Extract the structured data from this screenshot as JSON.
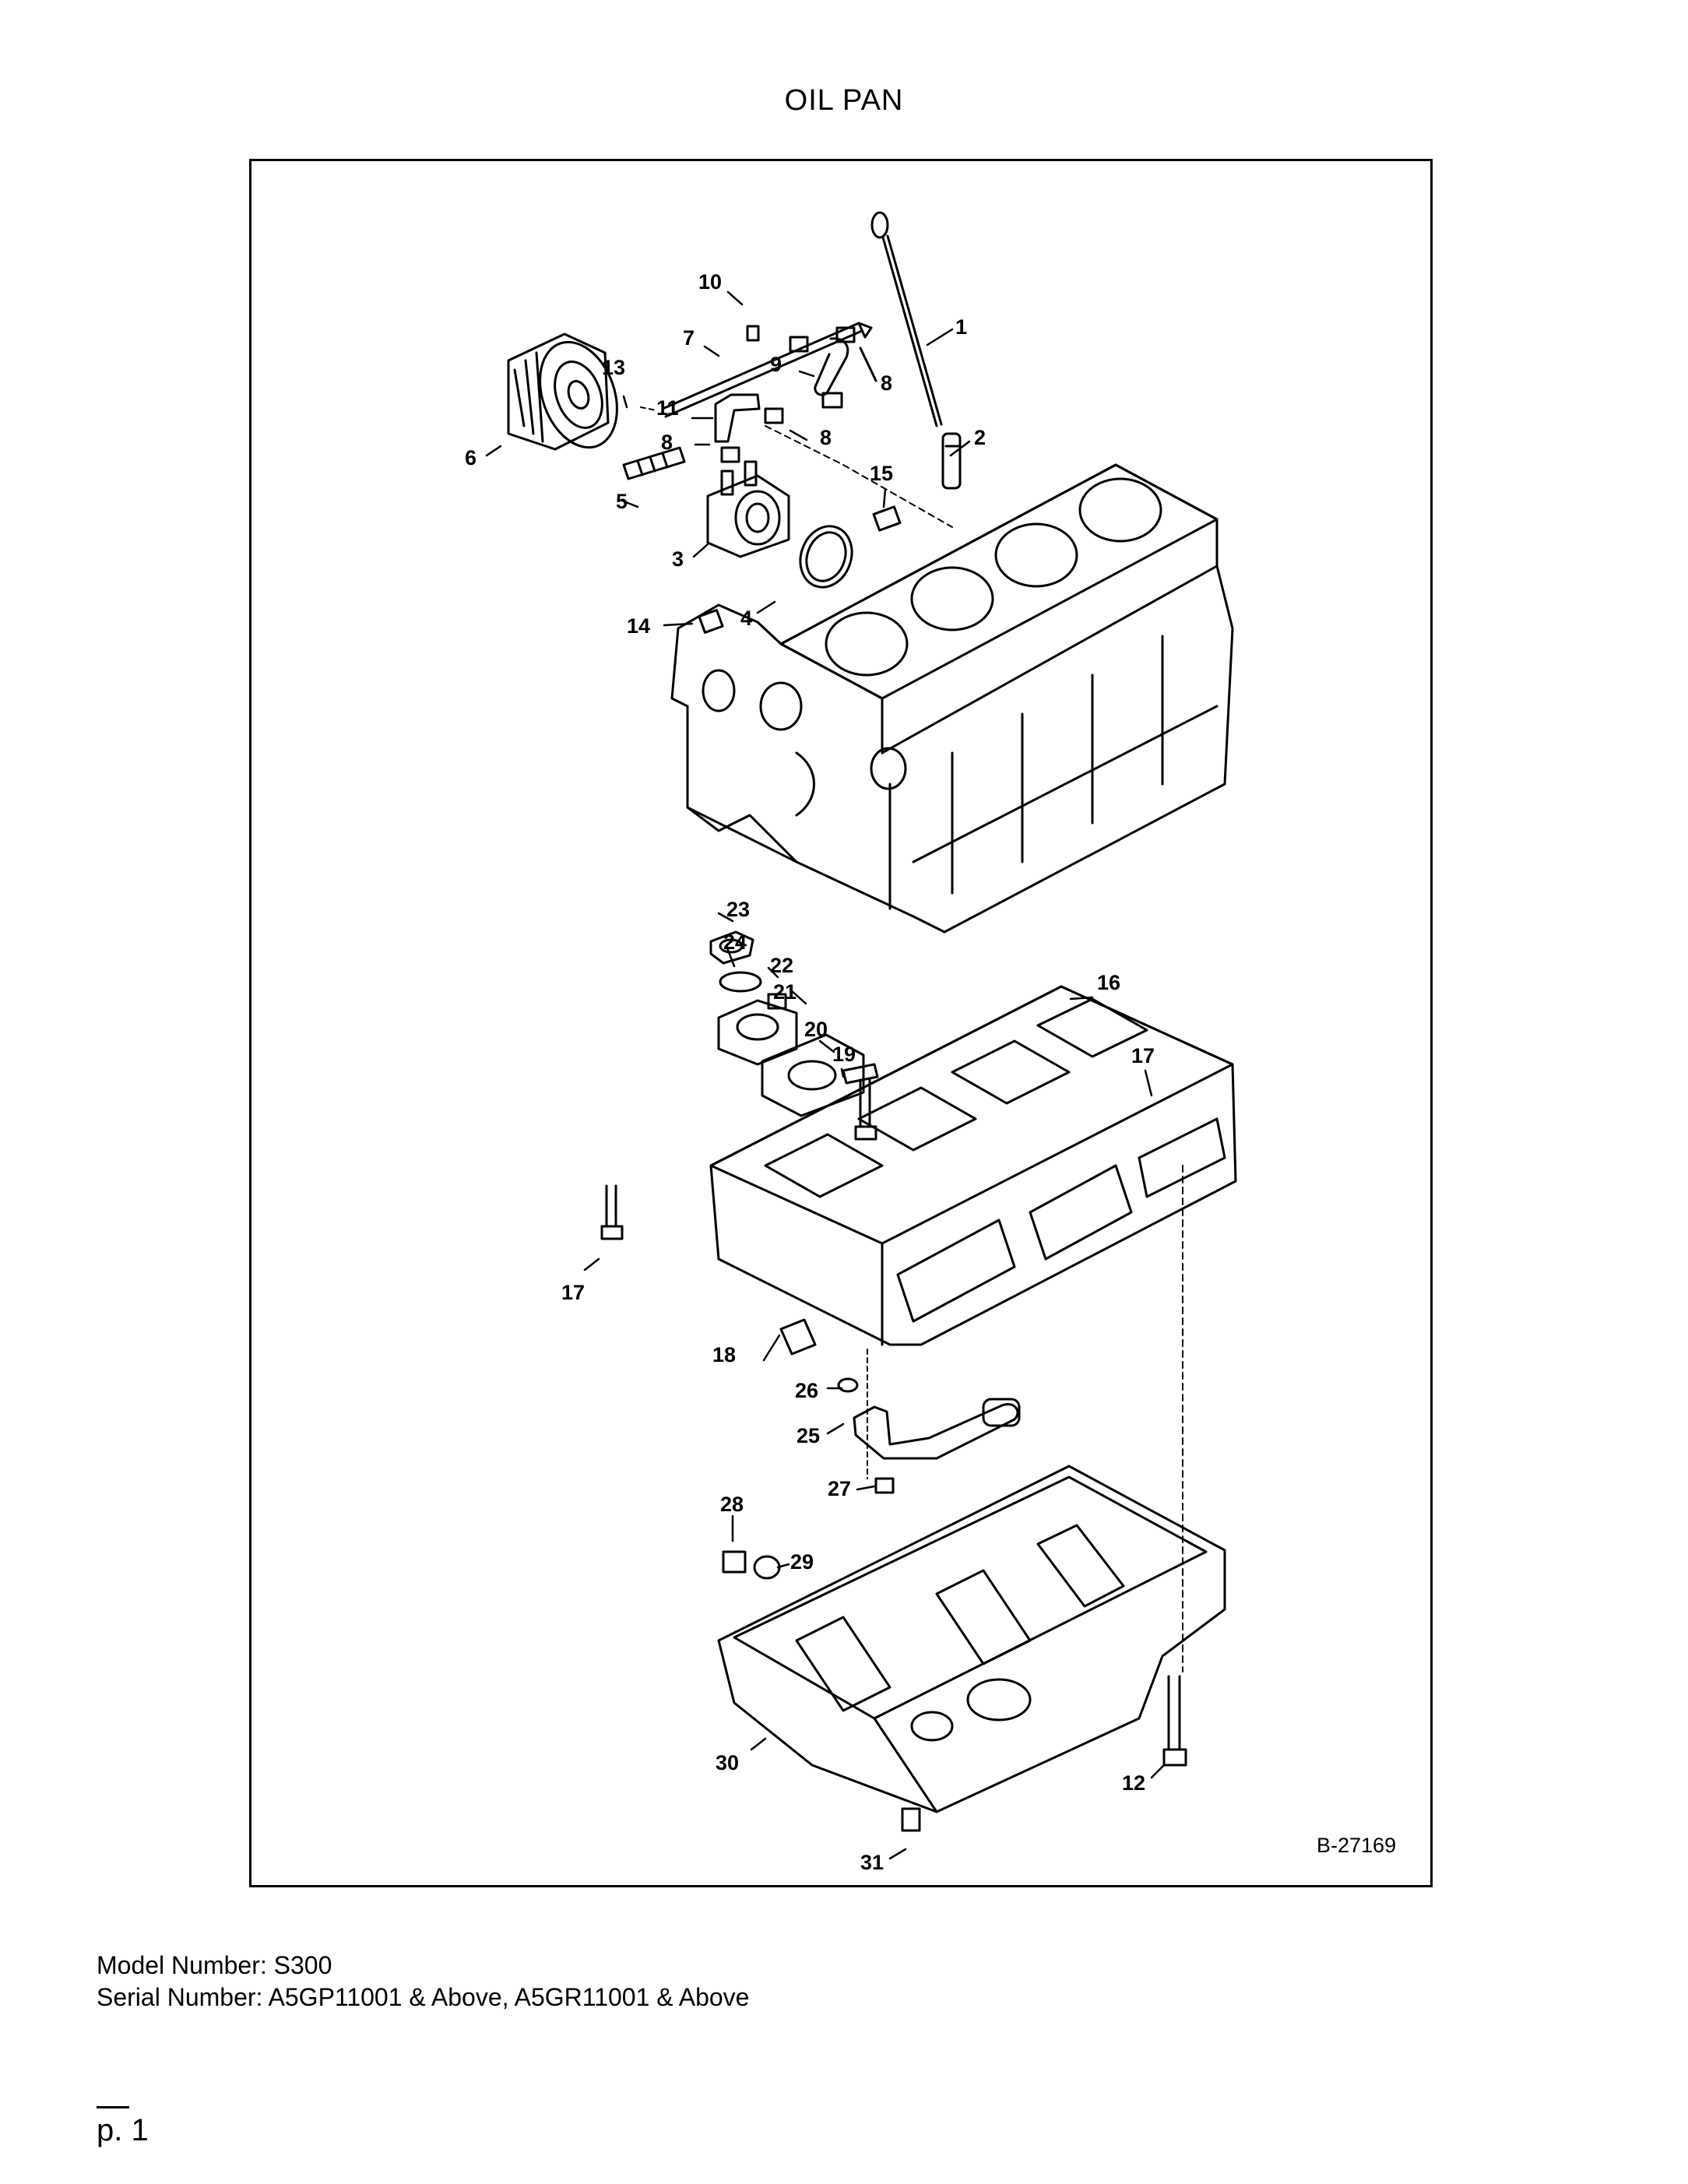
{
  "page": {
    "title": "OIL PAN",
    "drawing_id": "B-27169",
    "model_line": "Model Number: S300",
    "serial_line": "Serial Number: A5GP11001 & Above, A5GR11001 & Above",
    "page_number": "p. 1"
  },
  "callouts": [
    "10",
    "7",
    "1",
    "13",
    "9",
    "8",
    "11",
    "8",
    "8",
    "2",
    "6",
    "15",
    "5",
    "3",
    "4",
    "14",
    "23",
    "24",
    "22",
    "21",
    "16",
    "20",
    "19",
    "17",
    "17",
    "18",
    "26",
    "25",
    "27",
    "28",
    "29",
    "30",
    "12",
    "31"
  ]
}
